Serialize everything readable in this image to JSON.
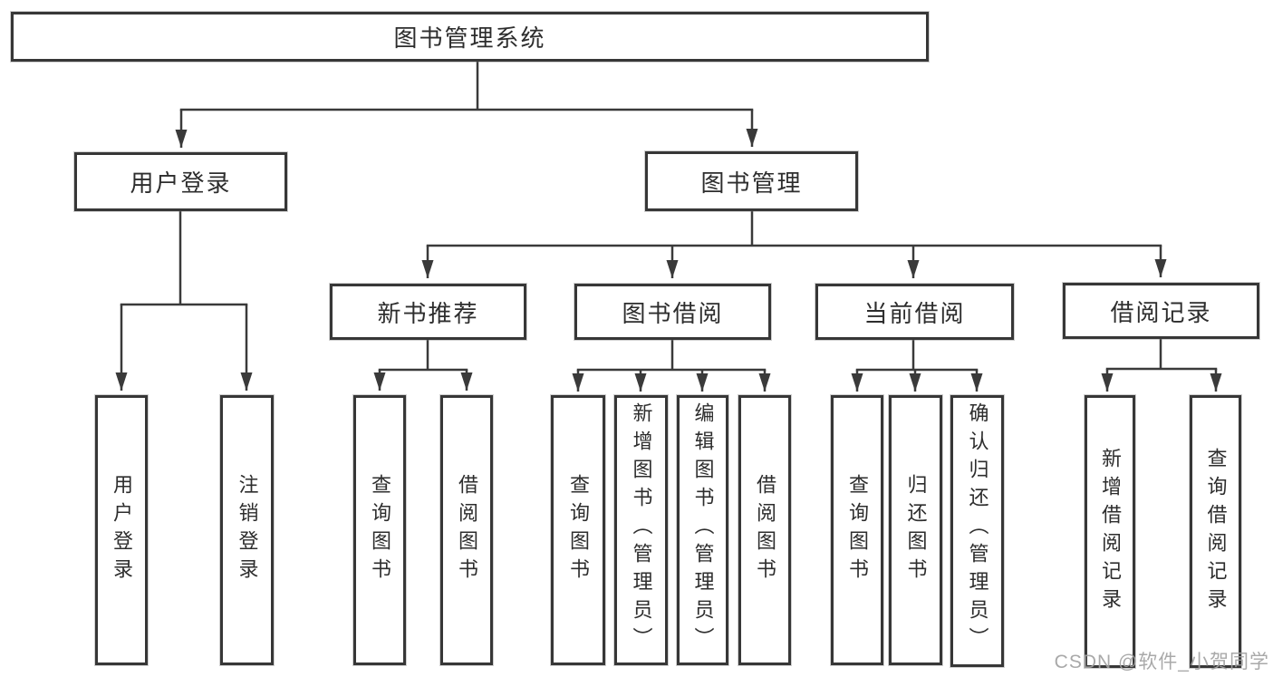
{
  "diagram": {
    "root": "图书管理系统",
    "level1": [
      "用户登录",
      "图书管理"
    ],
    "level2": [
      "新书推荐",
      "图书借阅",
      "当前借阅",
      "借阅记录"
    ],
    "leaves": {
      "user_login": [
        "用户登录",
        "注销登录"
      ],
      "new_books": [
        "查询图书",
        "借阅图书"
      ],
      "book_borrow": [
        "查询图书",
        "新增图书（管理员）",
        "编辑图书（管理员）",
        "借阅图书"
      ],
      "current_borrow": [
        "查询图书",
        "归还图书",
        "确认归还（管理员）"
      ],
      "borrow_records": [
        "新增借阅记录",
        "查询借阅记录"
      ]
    }
  },
  "watermark": "CSDN @软件_小贺同学",
  "colors": {
    "line": "#3a3a3a",
    "border": "#373737",
    "text": "#2d2d2d",
    "watermark_gray": "#a2a2a2",
    "background": "#ffffff"
  }
}
